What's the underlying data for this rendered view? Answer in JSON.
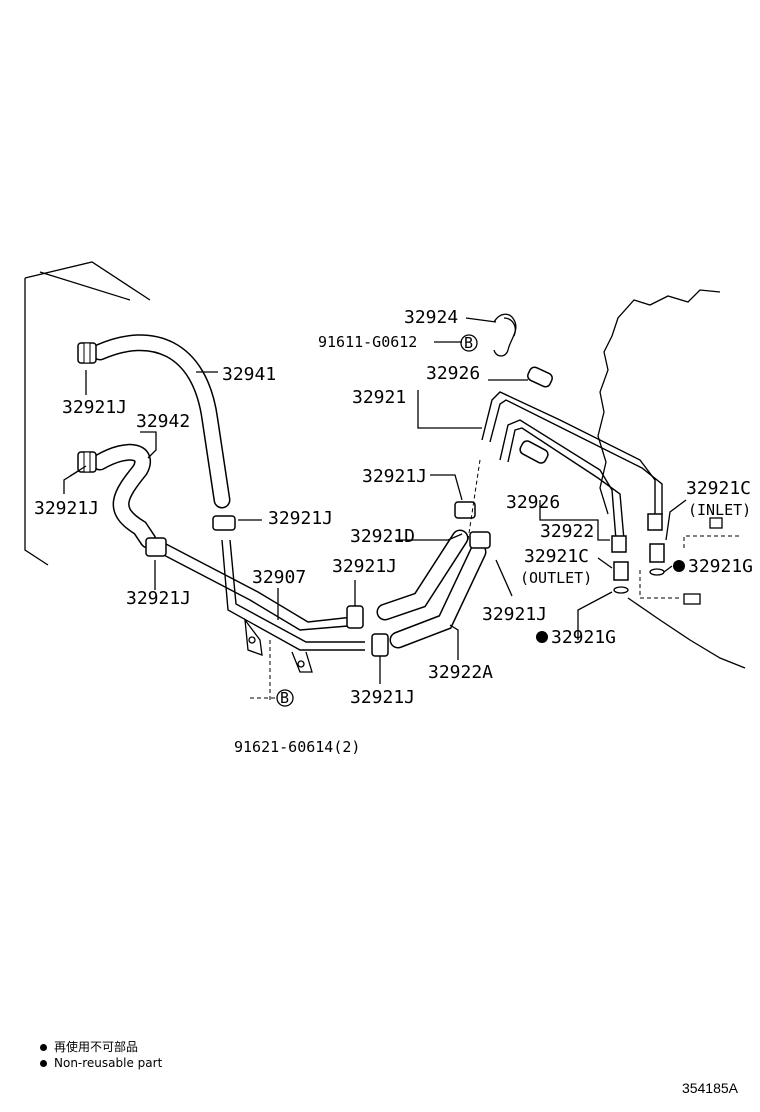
{
  "labels": {
    "p32924": "32924",
    "p91611": "91611-G0612",
    "p32926a": "32926",
    "p32941": "32941",
    "p32921": "32921",
    "p32921j_a": "32921J",
    "p32942": "32942",
    "p32921j_b": "32921J",
    "p32921j_c": "32921J",
    "p32921j_d": "32921J",
    "p32921d": "32921D",
    "p32926b": "32926",
    "p32921c_in": "32921C",
    "inlet": "(INLET)",
    "p32922": "32922",
    "p32921c_out": "32921C",
    "outlet": "(OUTLET)",
    "p32921g_a": "32921G",
    "p32921j_e": "32921J",
    "p32907": "32907",
    "p32921j_f": "32921J",
    "p32921j_g": "32921J",
    "p32921g_b": "32921G",
    "p32922a": "32922A",
    "p32921j_h": "32921J",
    "p91621": "91621-60614(2)",
    "bolt_b1": "B",
    "bolt_b2": "B"
  },
  "legend": {
    "line1": "再使用不可部品",
    "line2": "Non-reusable part"
  },
  "illustration_code": "354185A"
}
